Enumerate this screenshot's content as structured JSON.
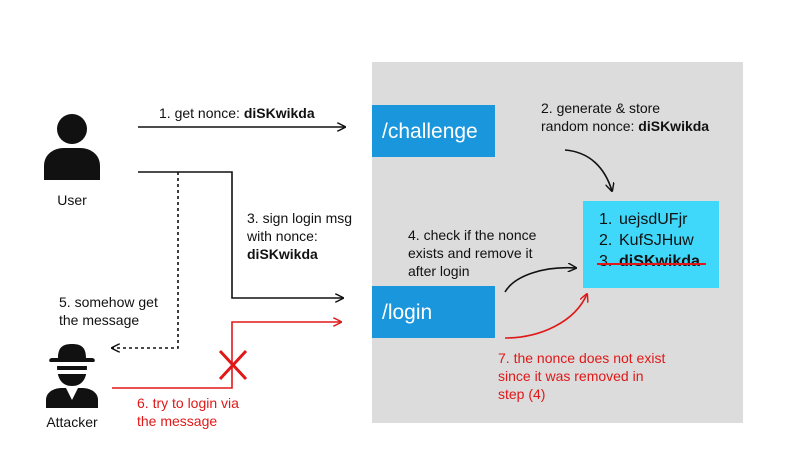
{
  "actors": {
    "user": "User",
    "attacker": "Attacker"
  },
  "endpoints": {
    "challenge": "/challenge",
    "login": "/login"
  },
  "steps": {
    "s1": {
      "text": "1. get nonce: ",
      "nonce": "diSKwikda"
    },
    "s2": {
      "line1": "2. generate & store",
      "line2": "random nonce: ",
      "nonce": "diSKwikda"
    },
    "s3": {
      "line1": "3. sign login msg",
      "line2": "with nonce:",
      "nonce": "diSKwikda"
    },
    "s4": {
      "line1": "4. check if the nonce",
      "line2": "exists and remove it",
      "line3": "after login"
    },
    "s5": {
      "line1": "5. somehow get",
      "line2": "the message"
    },
    "s6": {
      "line1": "6. try to login via",
      "line2": "the message"
    },
    "s7": {
      "line1": "7. the nonce does not exist",
      "line2": "since it was removed in",
      "line3": "step (4)"
    }
  },
  "nonce_store": [
    {
      "index": "1.",
      "value": "uejsdUFjr"
    },
    {
      "index": "2.",
      "value": "KufSJHuw"
    },
    {
      "index": "3.",
      "value": "diSKwikda"
    }
  ],
  "colors": {
    "endpoint": "#1a96dc",
    "store": "#3fd8fa",
    "panel": "#dcdcdc",
    "attack": "#e01818"
  },
  "icons": {
    "user": "user-icon",
    "attacker": "spy-icon",
    "blocked": "red-x-icon"
  }
}
